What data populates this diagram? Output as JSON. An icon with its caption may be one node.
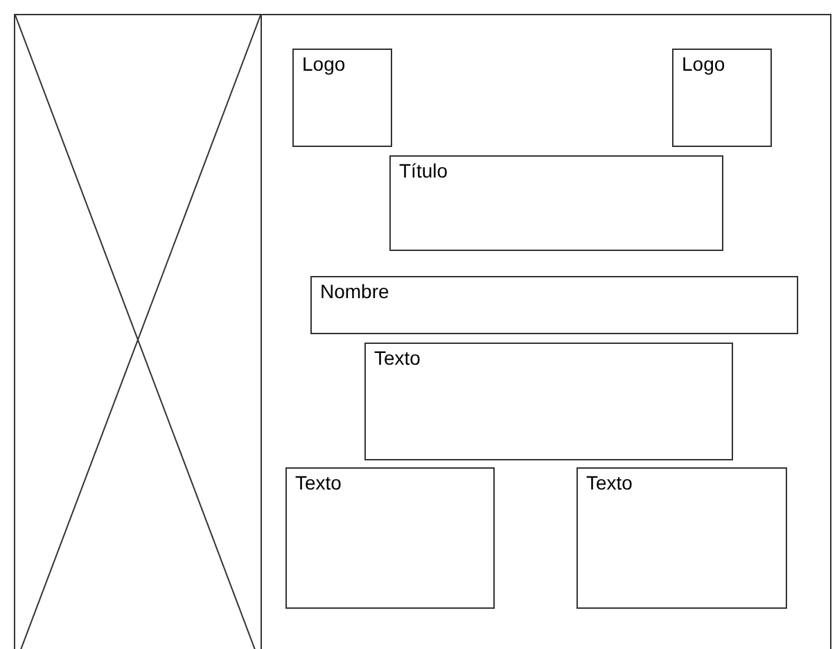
{
  "diagram": {
    "nodes": [
      {
        "text": [],
        "shape": "box"
      },
      {
        "text": [],
        "shape": "box"
      },
      {
        "text": [
          "Logo"
        ],
        "in": 1
      },
      {
        "text": [
          "Logo"
        ],
        "in": 1
      },
      {
        "text": [
          "Título"
        ],
        "in": 1
      },
      {
        "text": [
          "Nombre"
        ],
        "in": 1
      },
      {
        "text": [
          "Texto"
        ],
        "in": 1
      },
      {
        "text": [
          "Texto"
        ],
        "in": 1
      },
      {
        "text": [
          "Texto"
        ],
        "in": 1
      }
    ]
  }
}
